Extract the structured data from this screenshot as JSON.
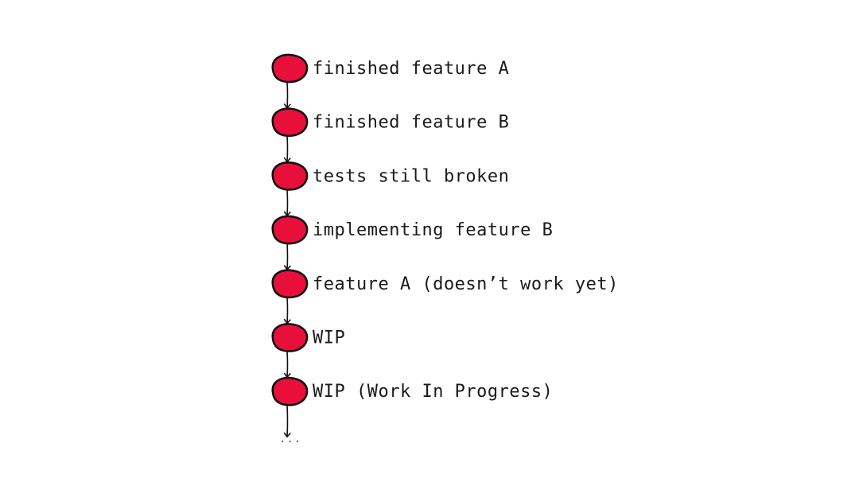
{
  "diagram": {
    "node_color": "#e8103a",
    "edge_color": "#111111",
    "commits": [
      {
        "label": "finished feature A"
      },
      {
        "label": "finished feature B"
      },
      {
        "label": "tests still broken"
      },
      {
        "label": "implementing feature B"
      },
      {
        "label": "feature A (doesn’t work yet)"
      },
      {
        "label": "WIP"
      },
      {
        "label": "WIP (Work In Progress)"
      }
    ],
    "continuation": "..."
  }
}
